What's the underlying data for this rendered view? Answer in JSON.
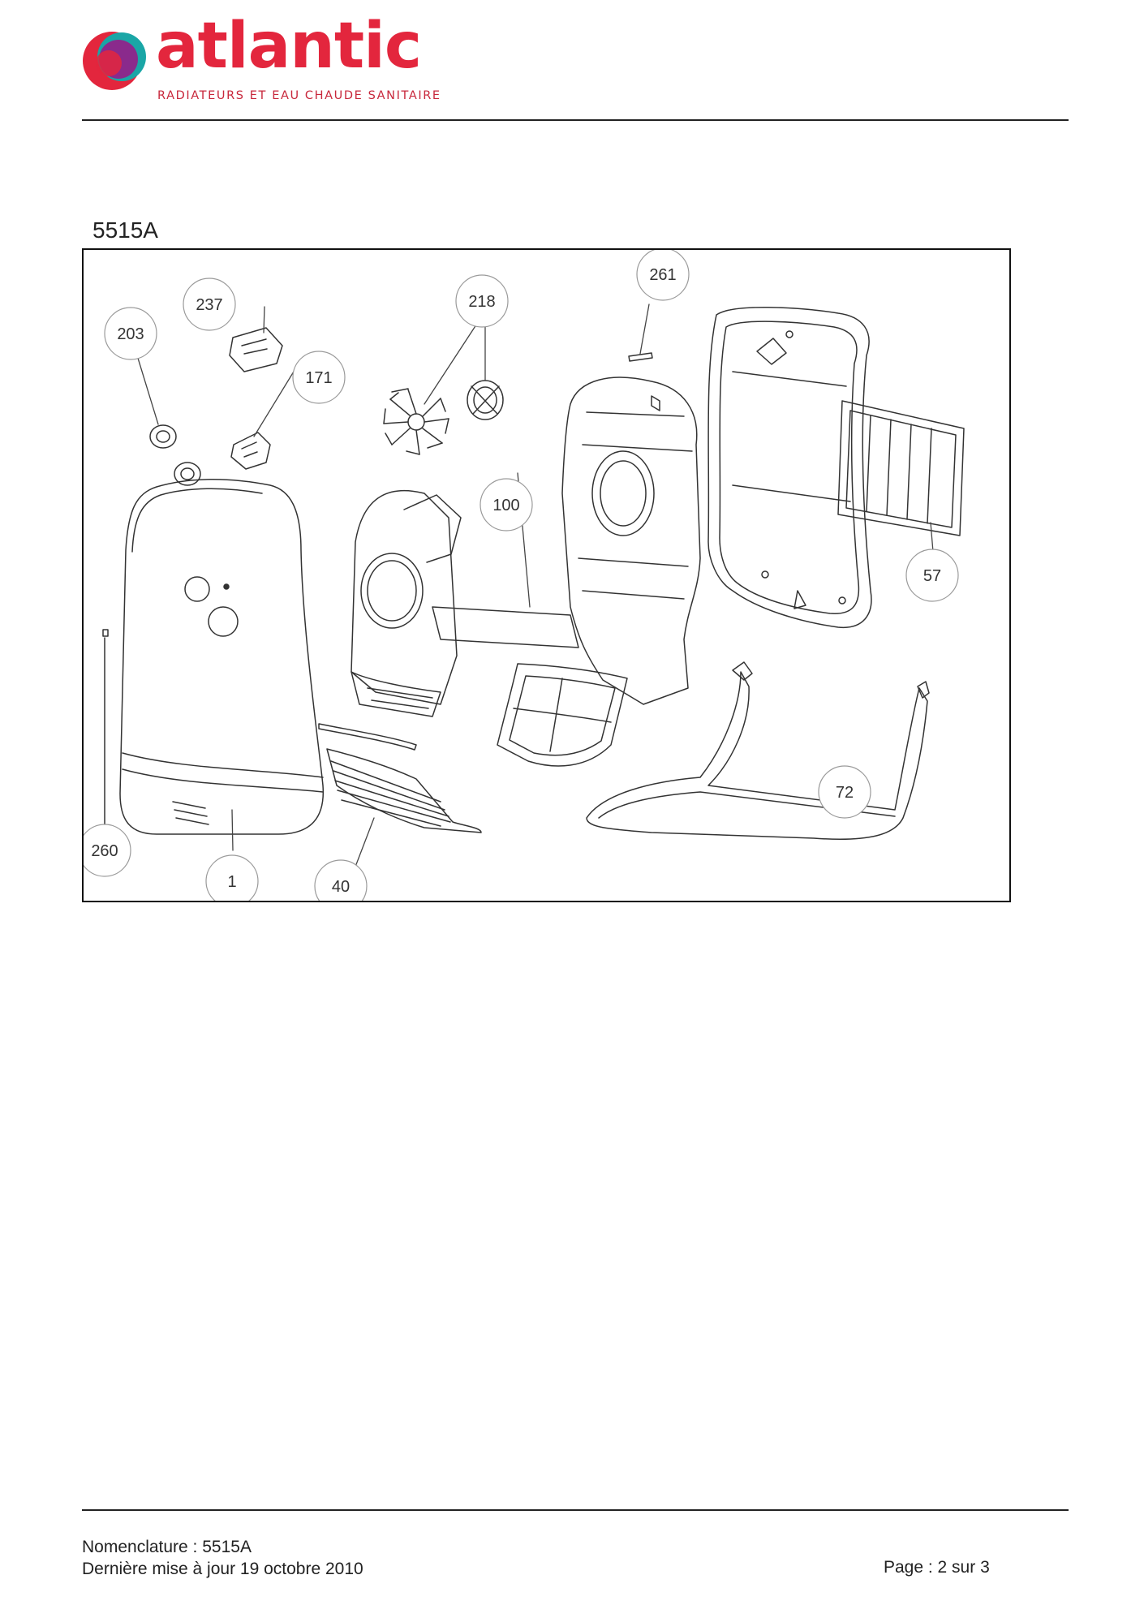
{
  "header": {
    "brand_name": "atlantic",
    "tagline": "RADIATEURS ET EAU CHAUDE SANITAIRE",
    "colors": {
      "brand_red": "#e3263d",
      "logo_purple": "#8a2a8c",
      "logo_teal": "#1aa6a6"
    }
  },
  "figure": {
    "title": "5515A",
    "part_callouts": [
      "261",
      "237",
      "218",
      "203",
      "171",
      "100",
      "57",
      "72",
      "260",
      "1",
      "40"
    ]
  },
  "footer": {
    "nomenclature": "Nomenclature : 5515A",
    "updated": "Dernière mise à jour 19 octobre 2010",
    "page": "Page : 2 sur 3"
  }
}
